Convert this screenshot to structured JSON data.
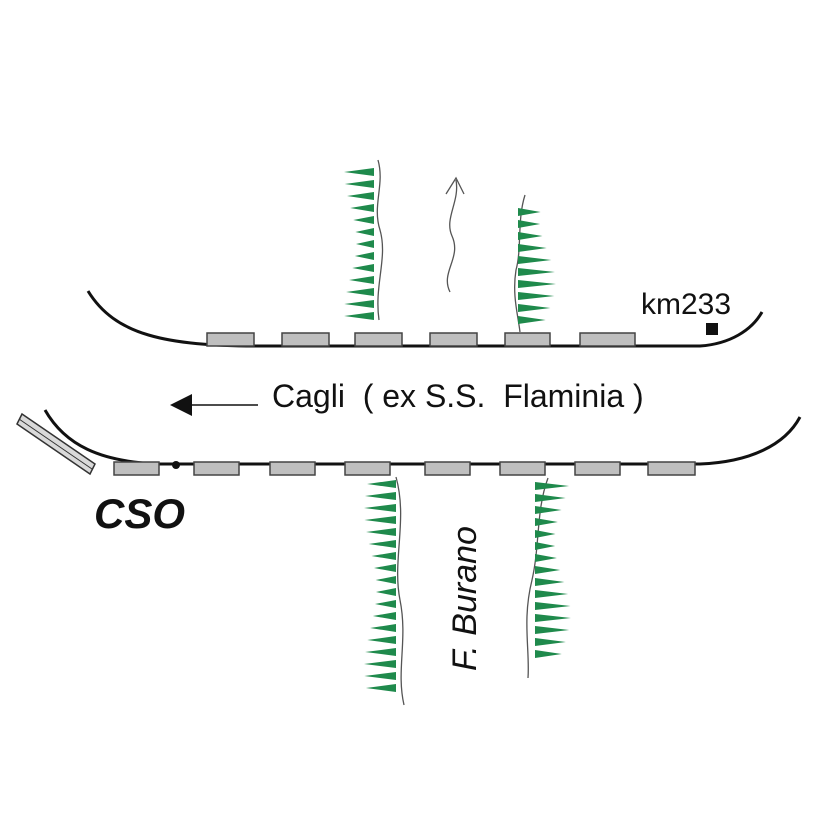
{
  "road": {
    "label": "Cagli  ( ex S.S.  Flaminia )",
    "direction": "west"
  },
  "milestone": {
    "label": "km233"
  },
  "site": {
    "label": "CSO"
  },
  "river": {
    "label": "F. Burano",
    "flow_direction": "north"
  },
  "colors": {
    "line": "#111111",
    "parapet_fill": "#bfbfbf",
    "parapet_stroke": "#444444",
    "bank_hatch": "#1f8a4c",
    "river_line": "#555555",
    "background": "#ffffff"
  },
  "symbols": {
    "road-direction-arrow": "arrow-left",
    "km-marker": "filled-square",
    "site-marker": "dot",
    "river-flow-arrow": "arrow-up",
    "embankment": "triangle-hatch"
  }
}
